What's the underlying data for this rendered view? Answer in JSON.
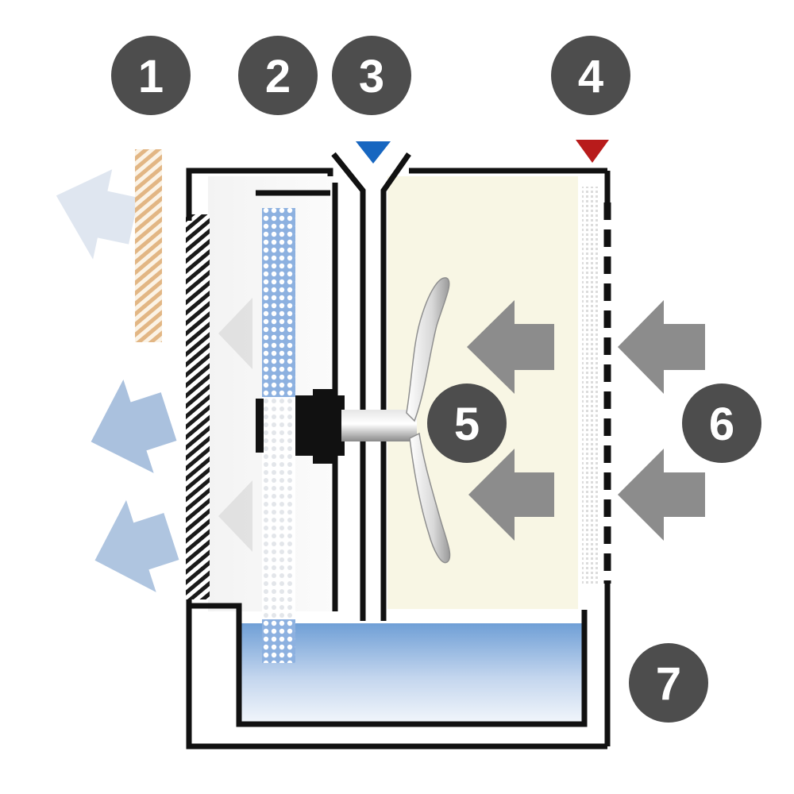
{
  "colors": {
    "badge": "#4d4d4d",
    "badge_text": "#ffffff",
    "outline": "#111111",
    "inlet_warm_marker": "#b81b1b",
    "inlet_cool_marker": "#1766c0",
    "water_top": "#6f9fd6",
    "water_bottom": "#f2f6fb",
    "wet_chamber": "#f8f6e4",
    "mesh_blue": "#8db1e0",
    "inflow_arrow": "#8c8c8c",
    "outflow_arrow": "#9bb6d8",
    "filter_pad": "#e2b684"
  },
  "badges": [
    {
      "id": "badge-1",
      "label": "1"
    },
    {
      "id": "badge-2",
      "label": "2"
    },
    {
      "id": "badge-3",
      "label": "3"
    },
    {
      "id": "badge-4",
      "label": "4"
    },
    {
      "id": "badge-5",
      "label": "5"
    },
    {
      "id": "badge-6",
      "label": "6"
    },
    {
      "id": "badge-7",
      "label": "7"
    }
  ]
}
